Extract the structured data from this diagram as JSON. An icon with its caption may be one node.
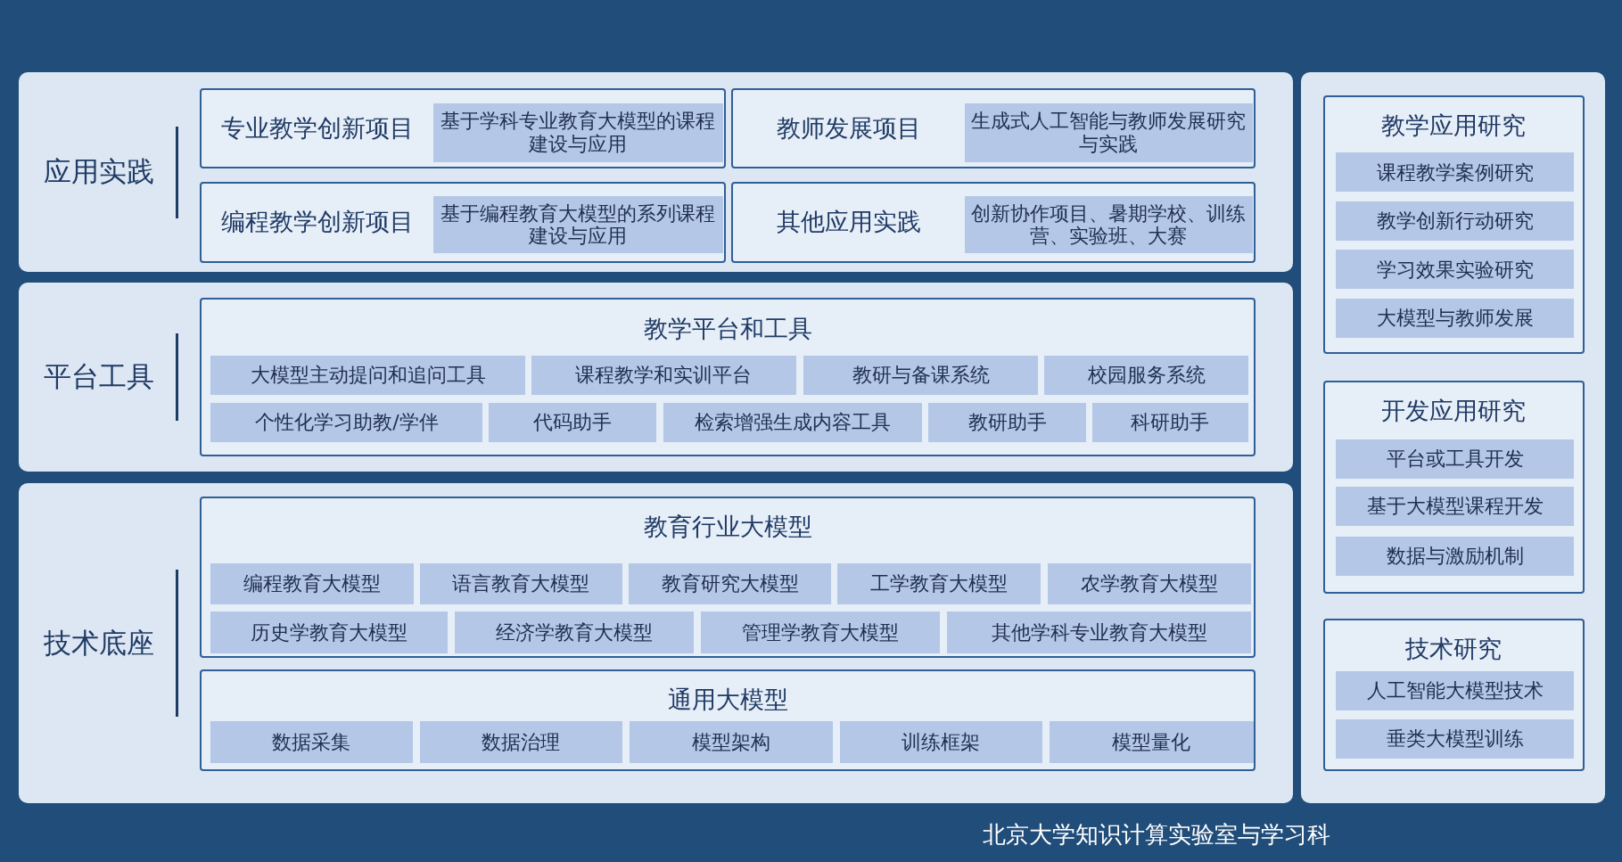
{
  "diagram": {
    "nodes": [
      {
        "text": [
          "应用实践"
        ]
      },
      {
        "text": [
          "专业教学创新项目"
        ],
        "in": 0
      },
      {
        "text": [
          "基于学科专业教育大模型的课程建设与应用"
        ],
        "in": 1
      },
      {
        "text": [
          "教师发展项目"
        ],
        "in": 0
      },
      {
        "text": [
          "生成式人工智能与教师发展研究与实践"
        ],
        "in": 3
      },
      {
        "text": [
          "编程教学创新项目"
        ],
        "in": 0
      },
      {
        "text": [
          "基于编程教育大模型的系列课程建设与应用"
        ],
        "in": 5
      },
      {
        "text": [
          "其他应用实践"
        ],
        "in": 0
      },
      {
        "text": [
          "创新协作项目、暑期学校、训练营、实验班、大赛"
        ],
        "in": 7
      },
      {
        "text": [
          "平台工具"
        ]
      },
      {
        "text": [
          "教学平台和工具"
        ],
        "in": 9
      },
      {
        "text": [
          "大模型主动提问和追问工具"
        ],
        "in": 10
      },
      {
        "text": [
          "课程教学和实训平台"
        ],
        "in": 10
      },
      {
        "text": [
          "教研与备课系统"
        ],
        "in": 10
      },
      {
        "text": [
          "校园服务系统"
        ],
        "in": 10
      },
      {
        "text": [
          "个性化学习助教/学伴"
        ],
        "in": 10
      },
      {
        "text": [
          "代码助手"
        ],
        "in": 10
      },
      {
        "text": [
          "检索增强生成内容工具"
        ],
        "in": 10
      },
      {
        "text": [
          "教研助手"
        ],
        "in": 10
      },
      {
        "text": [
          "科研助手"
        ],
        "in": 10
      },
      {
        "text": [
          "技术底座"
        ]
      },
      {
        "text": [
          "教育行业大模型"
        ],
        "in": 20
      },
      {
        "text": [
          "编程教育大模型"
        ],
        "in": 21
      },
      {
        "text": [
          "语言教育大模型"
        ],
        "in": 21
      },
      {
        "text": [
          "教育研究大模型"
        ],
        "in": 21
      },
      {
        "text": [
          "工学教育大模型"
        ],
        "in": 21
      },
      {
        "text": [
          "农学教育大模型"
        ],
        "in": 21
      },
      {
        "text": [
          "历史学教育大模型"
        ],
        "in": 21
      },
      {
        "text": [
          "经济学教育大模型"
        ],
        "in": 21
      },
      {
        "text": [
          "管理学教育大模型"
        ],
        "in": 21
      },
      {
        "text": [
          "其他学科专业教育大模型"
        ],
        "in": 21
      },
      {
        "text": [
          "通用大模型"
        ],
        "in": 20
      },
      {
        "text": [
          "数据采集"
        ],
        "in": 31
      },
      {
        "text": [
          "数据治理"
        ],
        "in": 31
      },
      {
        "text": [
          "模型架构"
        ],
        "in": 31
      },
      {
        "text": [
          "训练框架"
        ],
        "in": 31
      },
      {
        "text": [
          "模型量化"
        ],
        "in": 31
      },
      {
        "text": [],
        "shape": "box"
      },
      {
        "text": [
          "教学应用研究"
        ],
        "in": 37
      },
      {
        "text": [
          "课程教学案例研究"
        ],
        "in": 38
      },
      {
        "text": [
          "教学创新行动研究"
        ],
        "in": 38
      },
      {
        "text": [
          "学习效果实验研究"
        ],
        "in": 38
      },
      {
        "text": [
          "大模型与教师发展"
        ],
        "in": 38
      },
      {
        "text": [
          "开发应用研究"
        ],
        "in": 37
      },
      {
        "text": [
          "平台或工具开发"
        ],
        "in": 43
      },
      {
        "text": [
          "基于大模型课程开发"
        ],
        "in": 43
      },
      {
        "text": [
          "数据与激励机制"
        ],
        "in": 43
      },
      {
        "text": [
          "技术研究"
        ],
        "in": 37
      },
      {
        "text": [
          "人工智能大模型技术"
        ],
        "in": 47
      },
      {
        "text": [
          "垂类大模型训练"
        ],
        "in": 47
      }
    ],
    "edges": [],
    "labels": [
      "北京大学知识计算实验室与学习科"
    ]
  }
}
